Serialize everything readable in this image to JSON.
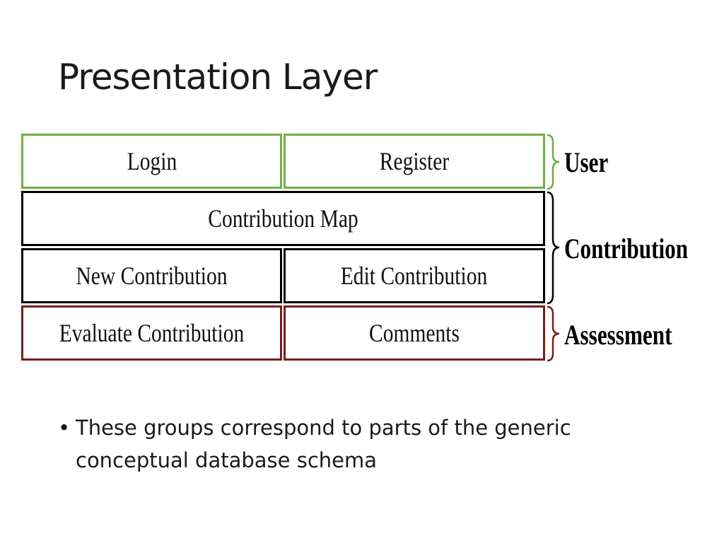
{
  "slide": {
    "title": "Presentation Layer"
  },
  "diagram": {
    "boxes": {
      "login": "Login",
      "register": "Register",
      "contribution_map": "Contribution Map",
      "new_contribution": "New Contribution",
      "edit_contribution": "Edit Contribution",
      "evaluate_contribution": "Evaluate Contribution",
      "comments": "Comments"
    },
    "groups": {
      "user": "User",
      "contribution": "Contribution",
      "assessment": "Assessment"
    },
    "colors": {
      "user": "#70ad47",
      "contribution": "#000000",
      "assessment": "#7b1c1c"
    }
  },
  "bullets": [
    "These groups correspond to parts of the generic conceptual database schema"
  ]
}
